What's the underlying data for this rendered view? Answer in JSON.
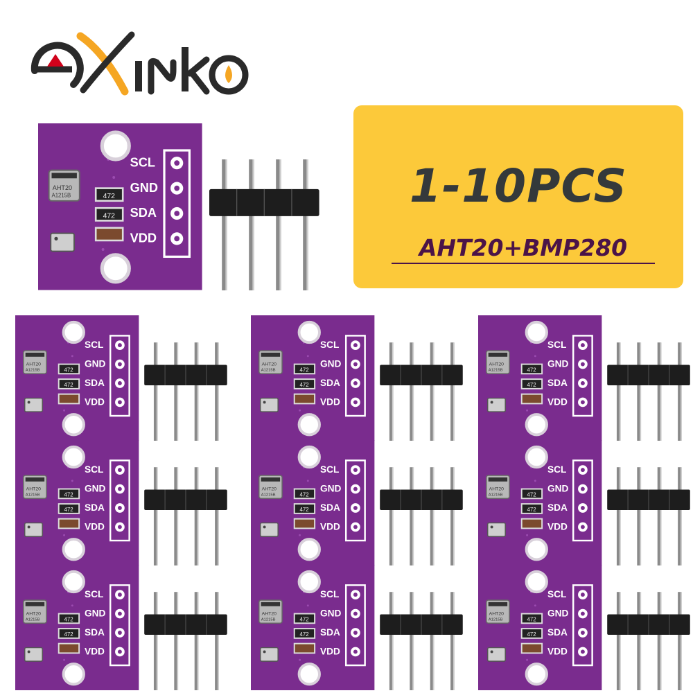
{
  "brand": {
    "logo_text": "EXINKO"
  },
  "banner": {
    "title": "1-10PCS",
    "subtitle": "AHT20+BMP280"
  },
  "module": {
    "pin_labels": [
      "SCL",
      "GND",
      "SDA",
      "VDD"
    ],
    "chip_marking_1": "AHT20",
    "chip_marking_2": "A1215B",
    "resistor_marking": "472"
  },
  "colors": {
    "pcb": "#7a2c8e",
    "banner": "#fcc93a",
    "title_text": "#34393b",
    "subtitle_text": "#4b1448",
    "logo_dark": "#2a2a2a",
    "logo_orange": "#f5a623",
    "logo_red": "#d0021b"
  }
}
